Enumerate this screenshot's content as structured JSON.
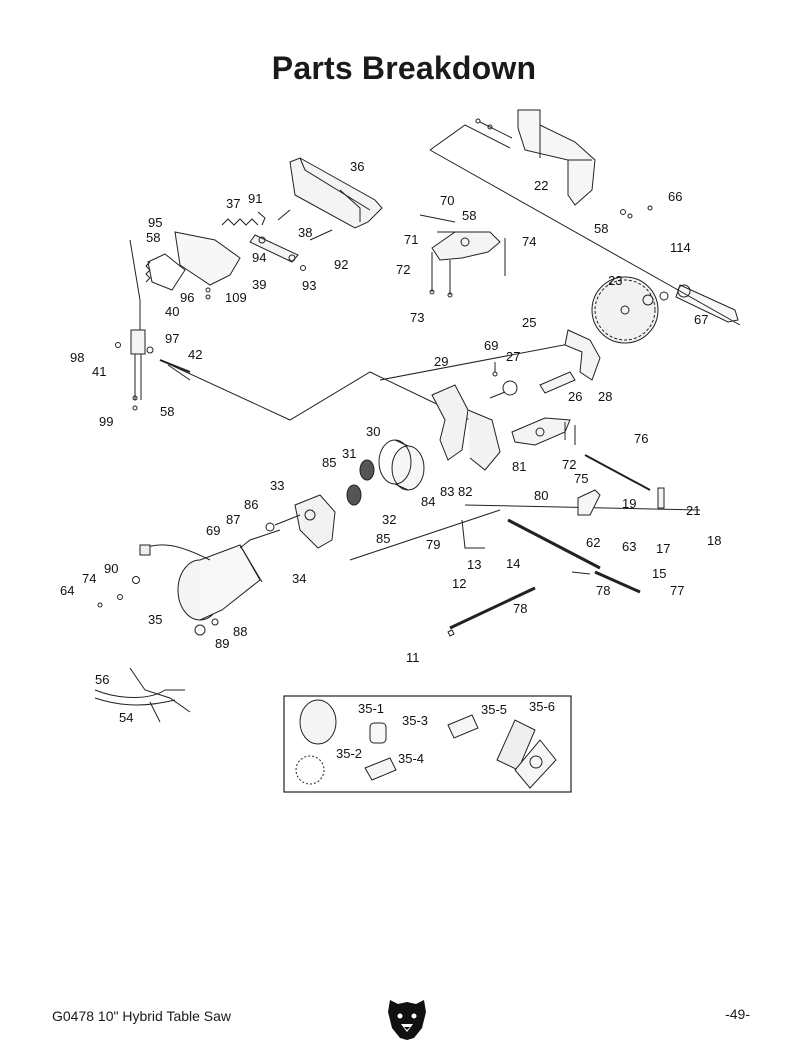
{
  "title": "Parts Breakdown",
  "footer": {
    "model": "G0478 10\" Hybrid Table Saw",
    "page": "-49-"
  },
  "logo_icon": "grizzly-bear-logo",
  "labels": {
    "p36": "36",
    "p37": "37",
    "p91": "91",
    "p38": "38",
    "p95": "95",
    "p58a": "58",
    "p94": "94",
    "p92": "92",
    "p39": "39",
    "p96": "96",
    "p109": "109",
    "p93": "93",
    "p40": "40",
    "p70": "70",
    "p58b": "58",
    "p71": "71",
    "p74a": "74",
    "p72a": "72",
    "p73": "73",
    "p22": "22",
    "p66": "66",
    "p58c": "58",
    "p114": "114",
    "p23": "23",
    "p67": "67",
    "p98": "98",
    "p97": "97",
    "p42": "42",
    "p41": "41",
    "p99": "99",
    "p58d": "58",
    "p25": "25",
    "p69a": "69",
    "p27": "27",
    "p29": "29",
    "p26": "26",
    "p28": "28",
    "p30": "30",
    "p76": "76",
    "p85a": "85",
    "p31": "31",
    "p72b": "72",
    "p75": "75",
    "p81": "81",
    "p84": "84",
    "p83": "83",
    "p82": "82",
    "p80": "80",
    "p19": "19",
    "p21": "21",
    "p33": "33",
    "p86": "86",
    "p32": "32",
    "p87": "87",
    "p18": "18",
    "p69b": "69",
    "p62": "62",
    "p63": "63",
    "p17": "17",
    "p85b": "85",
    "p79": "79",
    "p13": "13",
    "p14": "14",
    "p90": "90",
    "p34": "34",
    "p74b": "74",
    "p64": "64",
    "p15": "15",
    "p12": "12",
    "p78a": "78",
    "p77": "77",
    "p35": "35",
    "p78b": "78",
    "p88": "88",
    "p89": "89",
    "p11": "11",
    "p56": "56",
    "p54": "54",
    "p35_1": "35-1",
    "p35_3": "35-3",
    "p35_5": "35-5",
    "p35_6": "35-6",
    "p35_2": "35-2",
    "p35_4": "35-4"
  }
}
